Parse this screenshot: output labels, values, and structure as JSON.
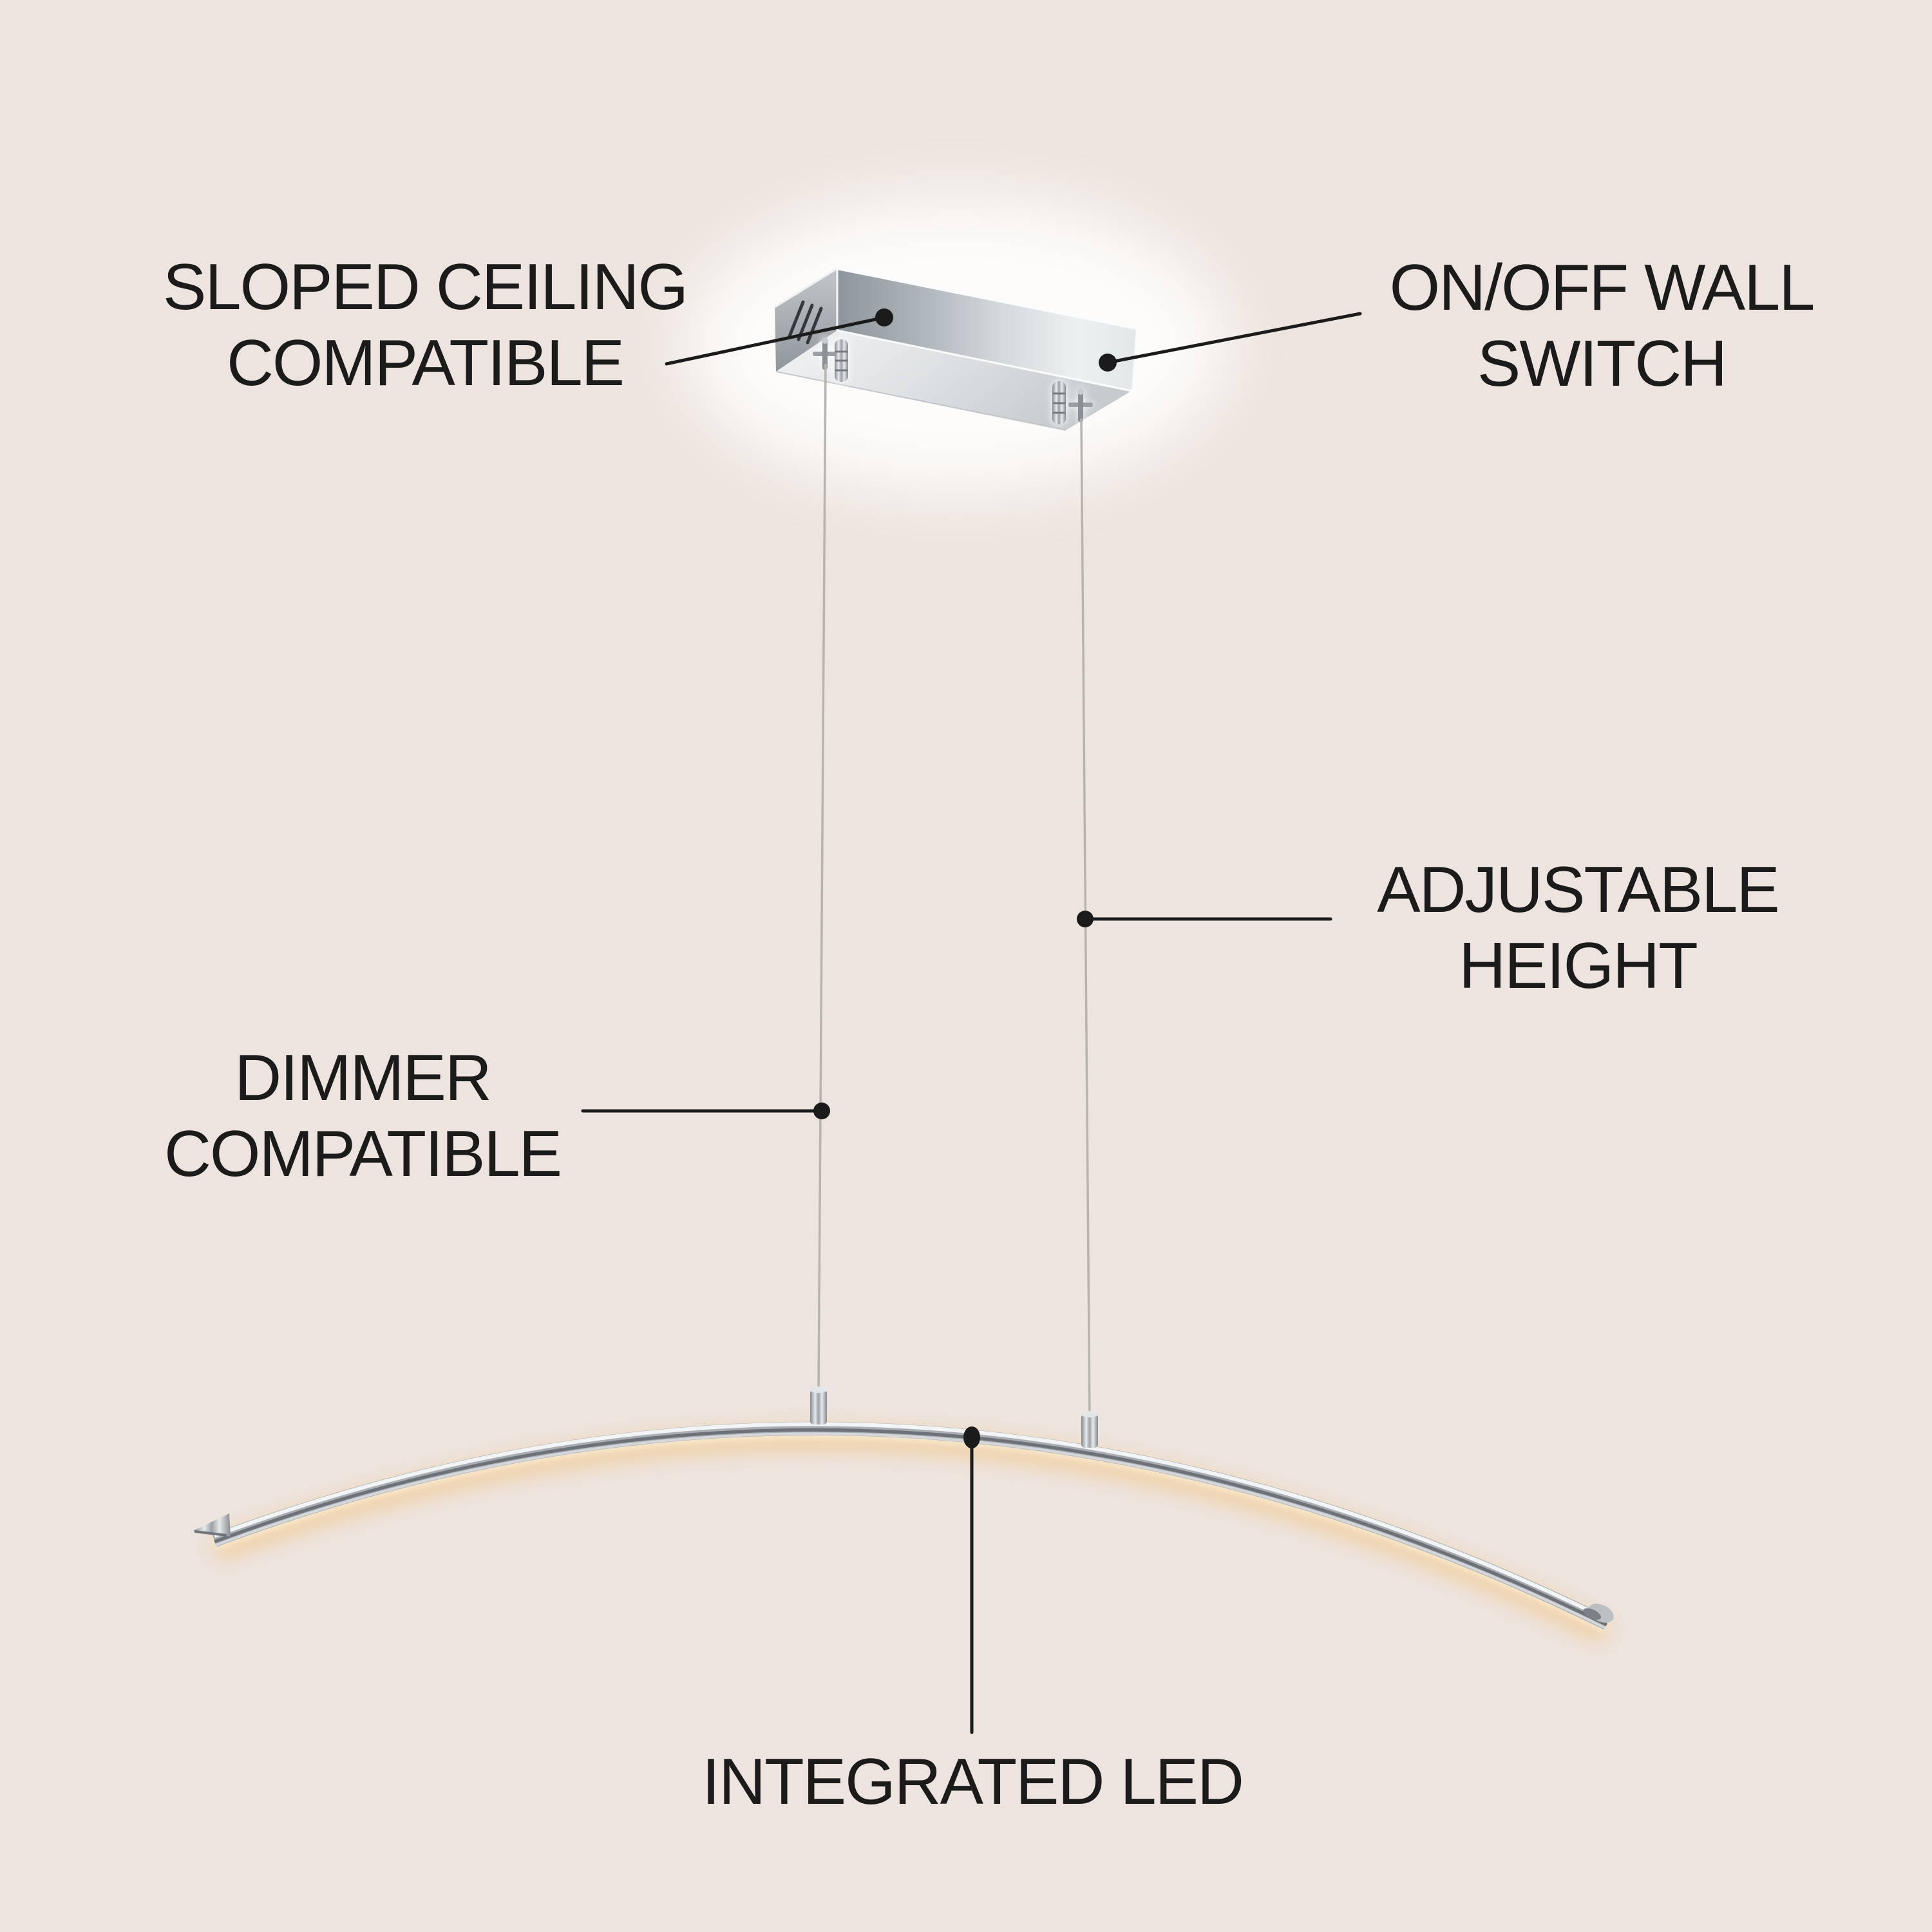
{
  "colors": {
    "background": "#EDE4DF",
    "ink": "#1B1B1B",
    "cable": "#B7B3AE",
    "halo": "#FFFFFF",
    "chrome_light": "#F2F4F5",
    "chrome_mid": "#A8AEB3",
    "chrome_dark": "#61676D",
    "glow": "#F0CFA0",
    "glow_bright": "#FBEED3"
  },
  "callouts": [
    {
      "id": "sloped-ceiling-compatible",
      "lines": [
        "SLOPED CEILING",
        "COMPATIBLE"
      ]
    },
    {
      "id": "on-off-wall-switch",
      "lines": [
        "ON/OFF WALL",
        "SWITCH"
      ]
    },
    {
      "id": "adjustable-height",
      "lines": [
        "ADJUSTABLE",
        "HEIGHT"
      ]
    },
    {
      "id": "dimmer-compatible",
      "lines": [
        "DIMMER",
        "COMPATIBLE"
      ]
    },
    {
      "id": "integrated-led",
      "lines": [
        "INTEGRATED LED"
      ]
    }
  ]
}
